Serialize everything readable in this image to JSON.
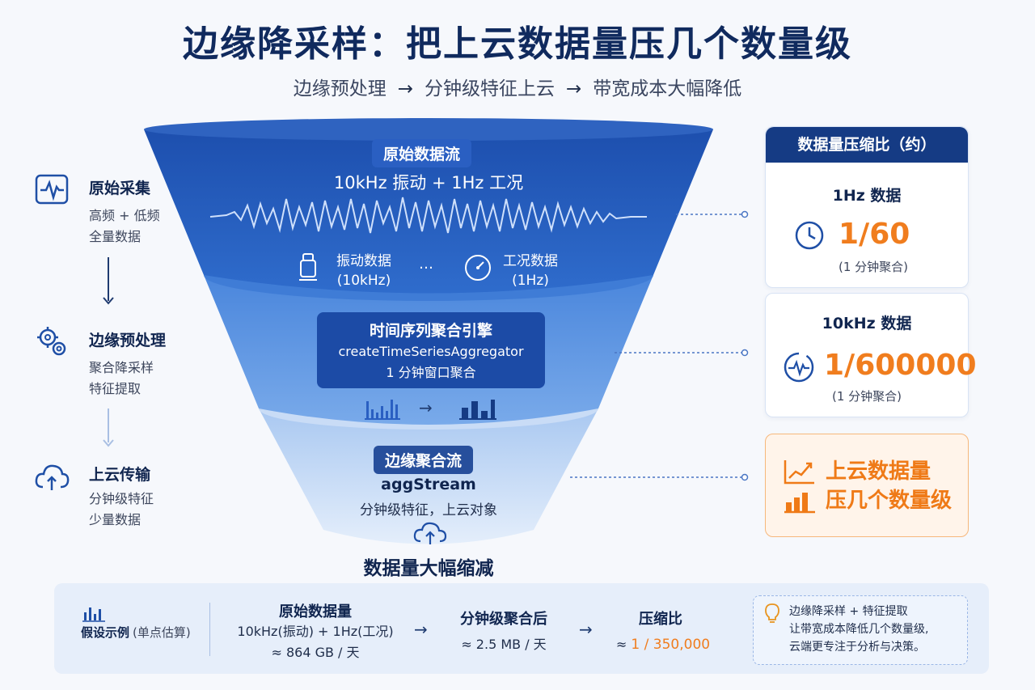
{
  "title": "边缘降采样：把上云数据量压几个数量级",
  "subtitle": {
    "step1": "边缘预处理",
    "step2": "分钟级特征上云",
    "step3": "带宽成本大幅降低",
    "arrow": "→"
  },
  "left_steps": [
    {
      "title": "原始采集",
      "line1": "高频 + 低频",
      "line2": "全量数据"
    },
    {
      "title": "边缘预处理",
      "line1": "聚合降采样",
      "line2": "特征提取"
    },
    {
      "title": "上云传输",
      "line1": "分钟级特征",
      "line2": "少量数据"
    }
  ],
  "funnel": {
    "top_pill": "原始数据流",
    "top_text": "10kHz 振动 + 1Hz 工况",
    "vibration_label": "振动数据",
    "vibration_rate": "(10kHz)",
    "dots": "…",
    "condition_label": "工况数据",
    "condition_rate": "(1Hz)",
    "engine_title": "时间序列聚合引擎",
    "engine_fn": "createTimeSeriesAggregator",
    "engine_window": "1 分钟窗口聚合",
    "mid_arrow": "→",
    "agg_pill": "边缘聚合流",
    "agg_name": "aggStream",
    "agg_desc": "分钟级特征，上云对象",
    "bottom_caption": "数据量大幅缩减"
  },
  "ratio_panel": {
    "header": "数据量压缩比（约）",
    "card1": {
      "label": "1Hz 数据",
      "ratio": "1/60",
      "note": "(1 分钟聚合)"
    },
    "card2": {
      "label": "10kHz 数据",
      "ratio": "1/600000",
      "note": "(1 分钟聚合)"
    },
    "card3": {
      "line1": "上云数据量",
      "line2": "压几个数量级"
    }
  },
  "example": {
    "label": "假设示例",
    "label_note": "(单点估算)",
    "raw_title": "原始数据量",
    "raw_line1": "10kHz(振动) + 1Hz(工况)",
    "raw_line2": "≈ 864 GB / 天",
    "arrow": "→",
    "agg_title": "分钟级聚合后",
    "agg_value": "≈ 2.5 MB / 天",
    "ratio_title": "压缩比",
    "ratio_prefix": "≈",
    "ratio_value": "1 / 350,000",
    "tip_line1": "边缘降采样 + 特征提取",
    "tip_line2": "让带宽成本降低几个数量级,",
    "tip_line3": "云端更专注于分析与决策。"
  },
  "colors": {
    "navy": "#102a5e",
    "accent_orange": "#f07d1e",
    "funnel_dark": "#1f57b8",
    "funnel_mid": "#5b97e6",
    "funnel_light": "#cfe0f7"
  }
}
